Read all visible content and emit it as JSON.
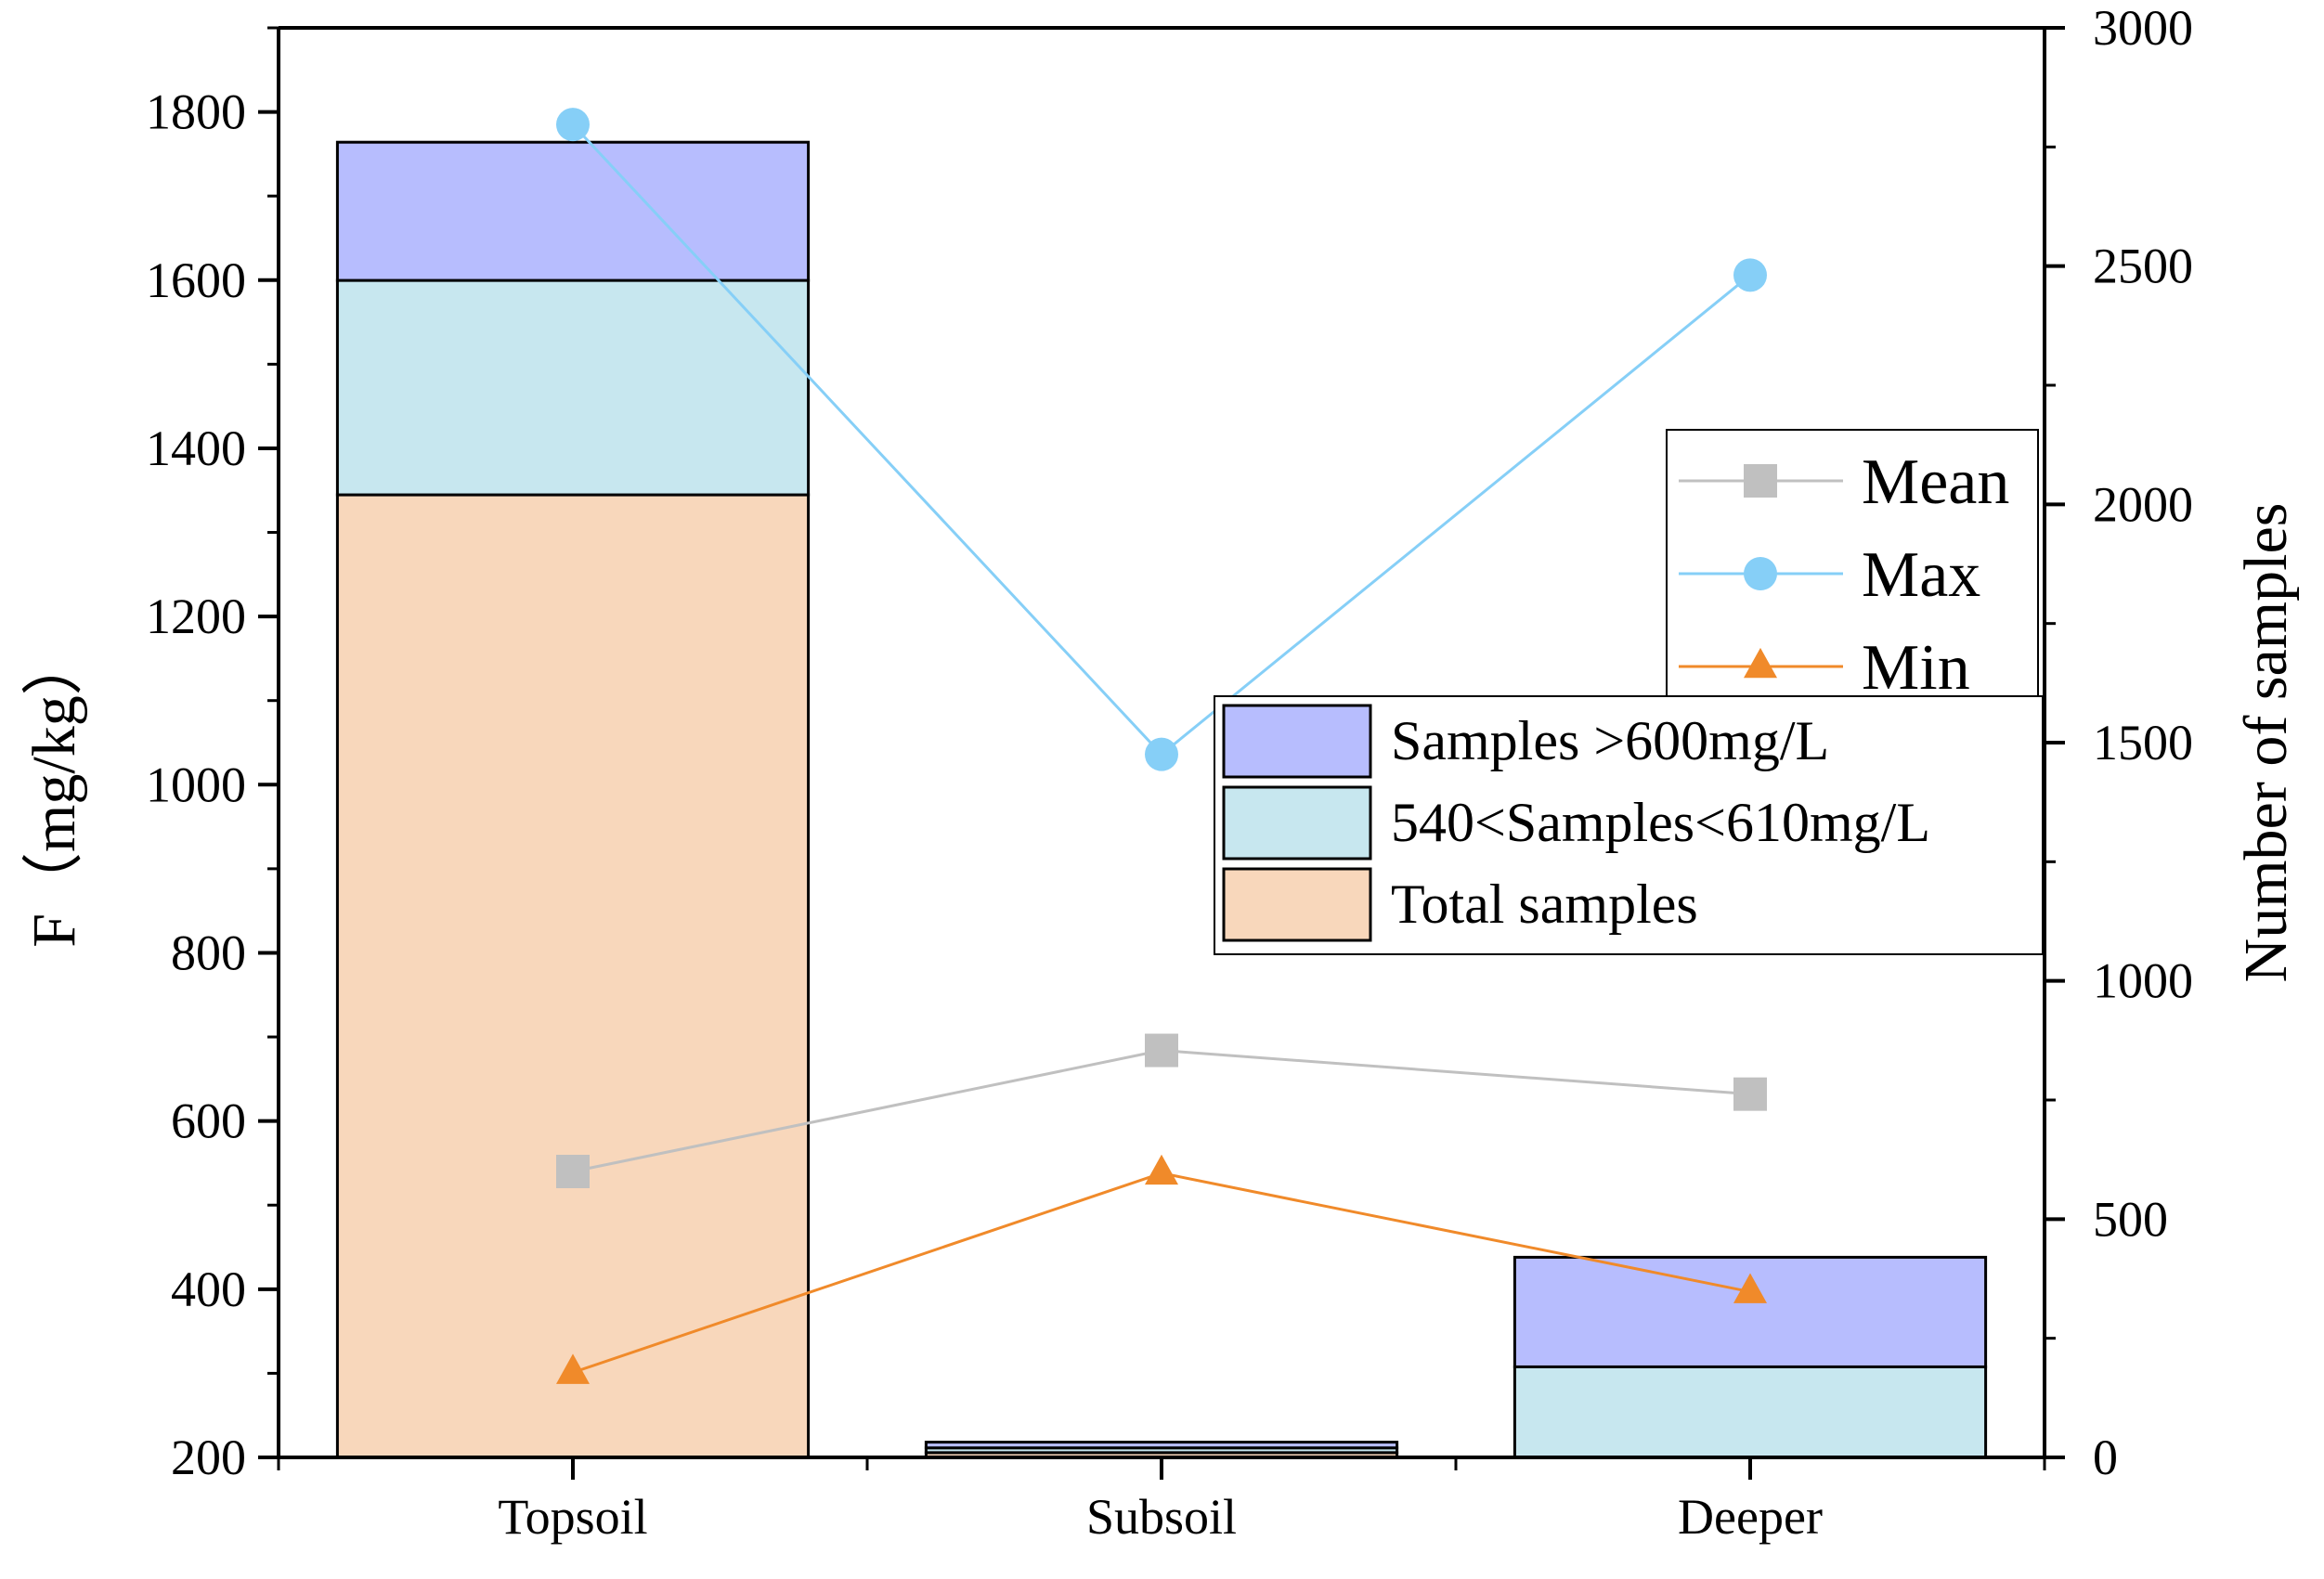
{
  "chart_data": {
    "type": "bar",
    "categories": [
      "Topsoil",
      "Subsoil",
      "Deeper"
    ],
    "left_axis": {
      "label": "F（mg/kg）",
      "lim": [
        200,
        1900
      ],
      "ticks": [
        200,
        400,
        600,
        800,
        1000,
        1200,
        1400,
        1600,
        1800
      ]
    },
    "right_axis": {
      "label": "Number of samples",
      "lim": [
        0,
        3000
      ],
      "ticks": [
        0,
        500,
        1000,
        1500,
        2000,
        2500,
        3000
      ]
    },
    "bar_series": [
      {
        "name": "Total samples",
        "color": "#f8d7bb",
        "values": [
          2020,
          10,
          0
        ]
      },
      {
        "name": "540<Samples<610mg/L",
        "color": "#c7e7ef",
        "values": [
          450,
          10,
          190
        ]
      },
      {
        "name": "Samples >600mg/L",
        "color": "#b7bdfe",
        "values": [
          290,
          12,
          230
        ]
      }
    ],
    "line_series": [
      {
        "name": "Mean",
        "color": "#c0c0c0",
        "marker": "square",
        "values": [
          540,
          684,
          632
        ]
      },
      {
        "name": "Max",
        "color": "#86cff7",
        "marker": "circle",
        "values": [
          1785,
          1036,
          1606
        ]
      },
      {
        "name": "Min",
        "color": "#f08a2a",
        "marker": "triangle",
        "values": [
          301,
          538,
          397
        ]
      }
    ],
    "legend_lines_placement": "right-middle",
    "legend_bars_placement": "center-right",
    "grid": false
  }
}
